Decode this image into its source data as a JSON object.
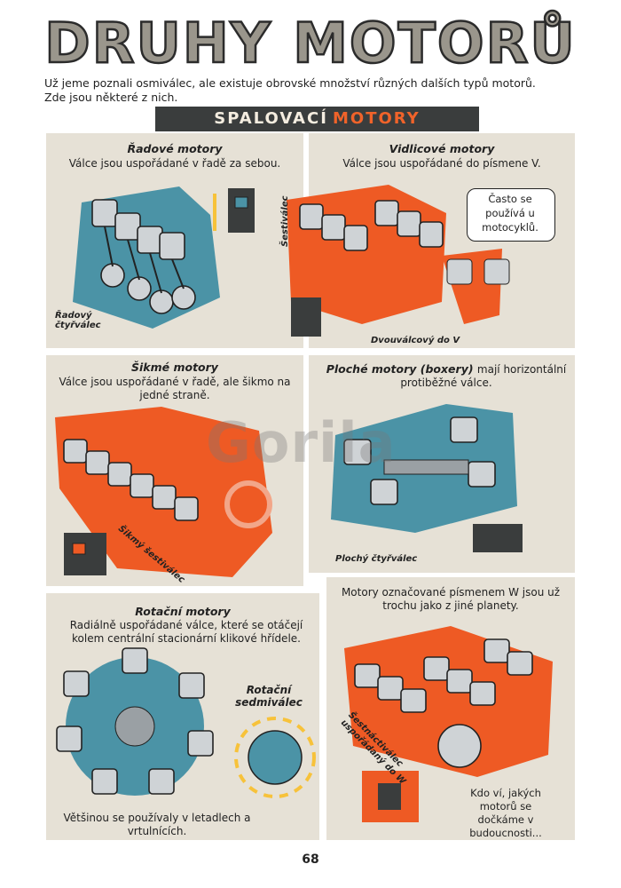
{
  "colors": {
    "teal": "#4b93a6",
    "orange": "#ee5a24",
    "panel": "#e6e1d6",
    "dark": "#3a3d3d",
    "piston": "#cfd3d6",
    "arrow": "#f7c23a"
  },
  "page": {
    "title": "DRUHY MOTORŮ",
    "intro": "Už jeme poznali osmiválec, ale existuje obrovské množství různých dalších typů motorů. Zde jsou některé z nich.",
    "section_left": "SPALOVACÍ",
    "section_right": "MOTORY",
    "page_number": "68",
    "watermark": "Gorila"
  },
  "panels": {
    "inline": {
      "title": "Řadové motory",
      "text": "Válce jsou uspořádané v řadě za sebou.",
      "label": "Řadový čtyřválec",
      "icon": "inline-engine-icon"
    },
    "vee": {
      "title": "Vidlicové motory",
      "text": "Válce jsou uspořádané do písmene V.",
      "bubble": "Často se používá u motocyklů.",
      "label_six": "Šestiválec",
      "label_twin": "Dvouválcový do V",
      "icon": "v-engine-icon"
    },
    "slant": {
      "title": "Šikmé motory",
      "text": "Válce jsou uspořádané v řadě, ale šikmo na jedné straně.",
      "label": "Šikmý šestiválec",
      "icon": "slant-engine-icon"
    },
    "boxer": {
      "title": "Ploché motory (boxery)",
      "title_rest": "mají horizontální protiběžné válce.",
      "label": "Plochý čtyřválec",
      "icon": "boxer-engine-icon"
    },
    "rotary": {
      "title": "Rotační motory",
      "text": "Radiálně uspořádané válce, které se otáčejí kolem centrální stacionární klikové hřídele.",
      "label": "Rotační sedmiválec",
      "footer": "Většinou se používaly v letadlech a vrtulnících.",
      "icon": "rotary-engine-icon"
    },
    "w": {
      "text": "Motory označované písmenem W jsou už trochu jako z jiné planety.",
      "label": "Šestnáctiválec uspořádaný do W",
      "footer": "Kdo ví, jakých motorů se dočkáme v budoucnosti...",
      "icon": "w-engine-icon"
    }
  }
}
